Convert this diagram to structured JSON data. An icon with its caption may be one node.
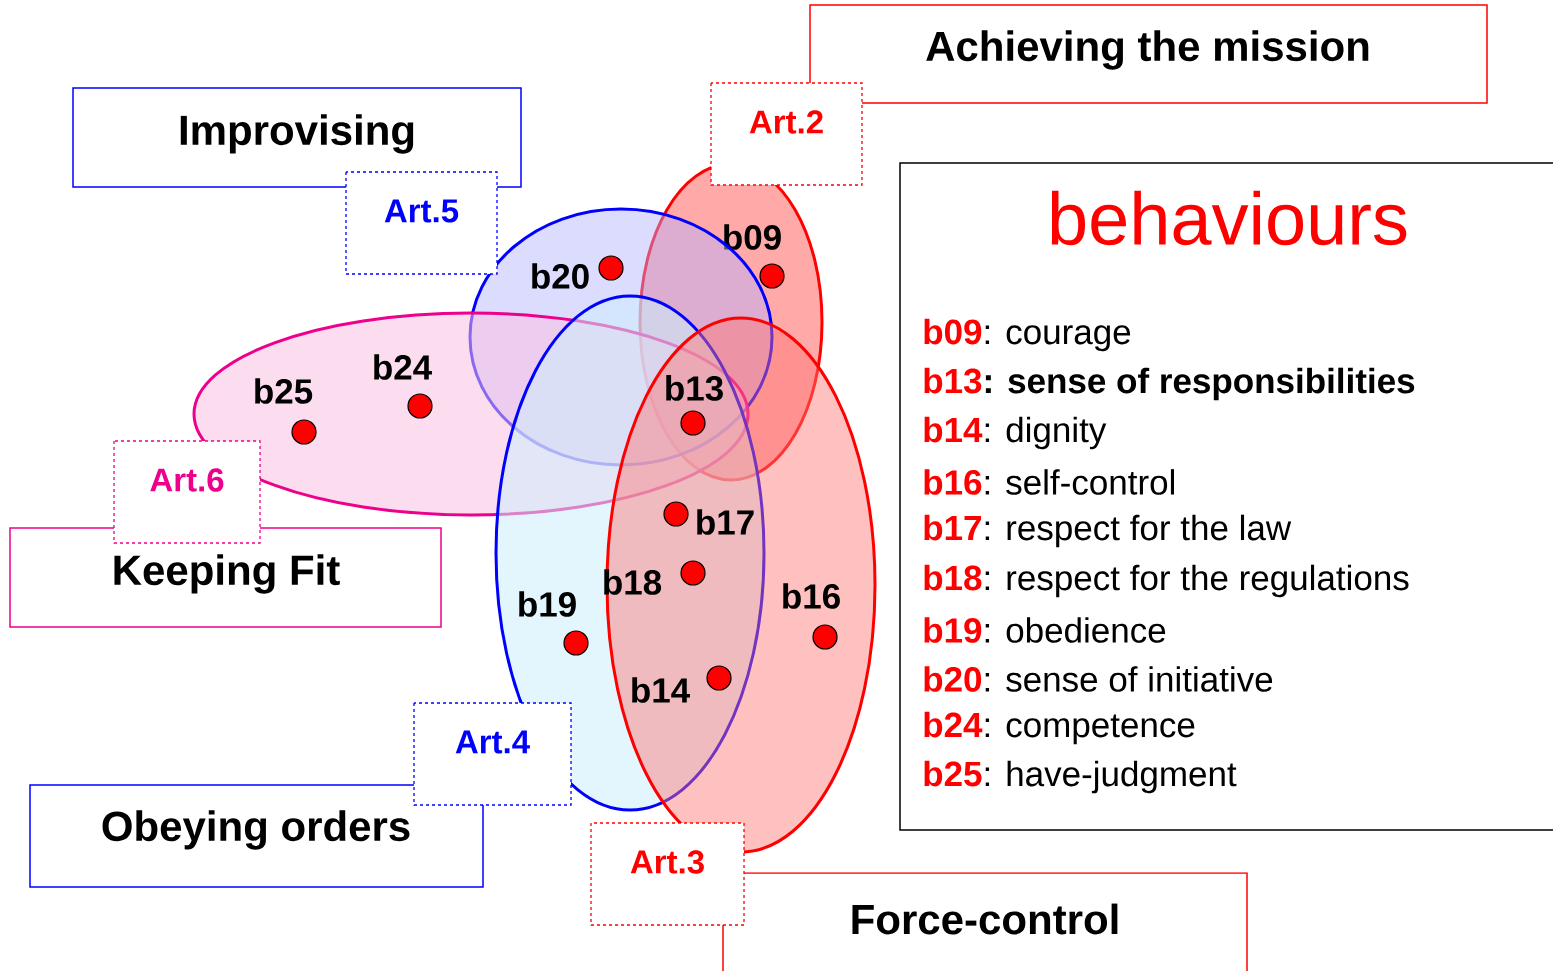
{
  "diagram": {
    "nodes": [
      {
        "text": [
          "Achieving the mission"
        ]
      },
      {
        "text": [
          "Art.2"
        ]
      },
      {
        "text": [
          "Improvising"
        ]
      },
      {
        "text": [
          "Art.5"
        ]
      },
      {
        "text": [
          "behaviours",
          "b09",
          ": courage",
          "b13",
          ": sense of responsibilities",
          "b14",
          ": dignity",
          "b16",
          ": self-control",
          "b17",
          ": respect for the law",
          "b18",
          ": respect for the regulations",
          "b19",
          ": obedience",
          "b20",
          ": sense of initiative",
          "b24",
          ": competence",
          "b25",
          ": have-judgment"
        ]
      },
      {
        "text": [],
        "shape": "ellipse"
      },
      {
        "text": [],
        "shape": "ellipse"
      },
      {
        "text": [],
        "shape": "ellipse"
      },
      {
        "text": [],
        "shape": "ellipse"
      },
      {
        "text": [],
        "shape": "ellipse"
      },
      {
        "text": [
          "Art.6"
        ]
      },
      {
        "text": [
          "Keeping Fit"
        ]
      },
      {
        "text": [
          "Art.4"
        ]
      },
      {
        "text": [
          "Obeying orders"
        ]
      },
      {
        "text": [
          "Art.3"
        ]
      },
      {
        "text": [
          "Force-control"
        ]
      },
      {
        "text": [],
        "shape": "circle",
        "beside": [
          "b20"
        ],
        "in": 6
      },
      {
        "text": [],
        "shape": "circle",
        "beside": [
          "b09"
        ],
        "in": 5
      },
      {
        "text": [],
        "shape": "circle",
        "beside": [
          "b24"
        ],
        "in": 7
      },
      {
        "text": [],
        "shape": "circle",
        "beside": [
          "b25"
        ],
        "in": 7
      },
      {
        "text": [],
        "shape": "circle",
        "beside": [
          "b13"
        ]
      },
      {
        "text": [],
        "shape": "circle",
        "beside": [
          "b17"
        ]
      },
      {
        "text": [],
        "shape": "circle",
        "beside": [
          "b18"
        ]
      },
      {
        "text": [],
        "shape": "circle",
        "beside": [
          "b19"
        ],
        "in": 8
      },
      {
        "text": [],
        "shape": "circle",
        "beside": [
          "b16"
        ],
        "in": 9
      },
      {
        "text": [],
        "shape": "circle",
        "beside": [
          "b14"
        ]
      }
    ]
  }
}
